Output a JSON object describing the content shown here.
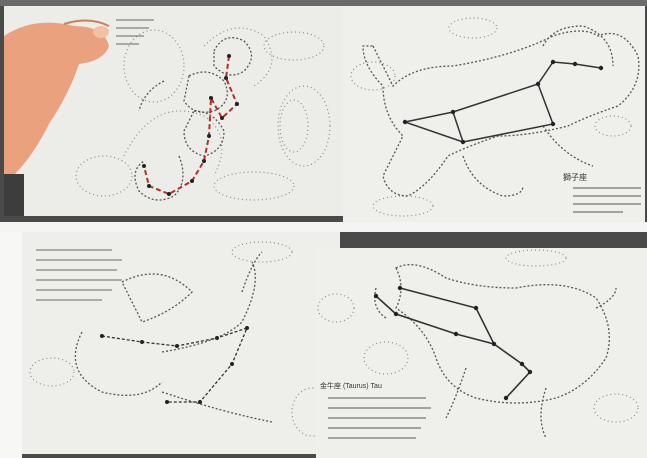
{
  "image": {
    "description_free": true
  },
  "panels": [
    {
      "id": "top-left",
      "figure": "scorpion-constellation-dot-drawing",
      "hand_visible": true
    },
    {
      "id": "top-right",
      "figure": "leo-constellation-dot-drawing",
      "caption_label": "獅子座"
    },
    {
      "id": "bottom-left",
      "figure": "capricorn-constellation-dot-drawing"
    },
    {
      "id": "bottom-right",
      "figure": "taurus-constellation-dot-drawing",
      "caption_label": "金牛座 (Taurus) Tau"
    }
  ],
  "colors": {
    "paper": "#eeeeea",
    "pencil": "#555555",
    "red_marker": "#b0302a",
    "dark_marker": "#333333",
    "skin": "#e9a27d"
  },
  "text": {
    "taurus_title": "金牛座 (Taurus) Tau",
    "leo_title": "獅子座"
  }
}
